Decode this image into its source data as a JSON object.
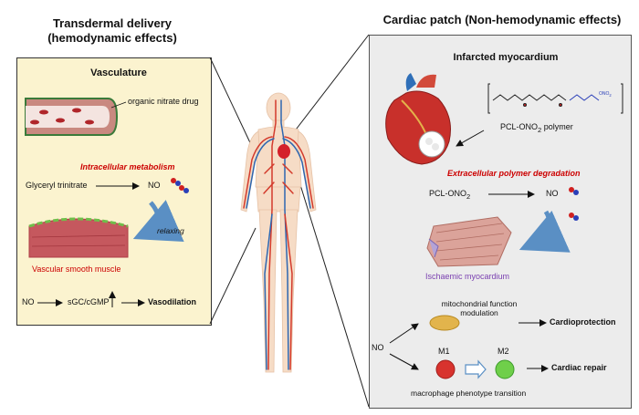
{
  "left": {
    "heading_line1": "Transdermal delivery",
    "heading_line2": "(hemodynamic effects)",
    "panel_title": "Vasculature",
    "drug_label": "organic nitrate drug",
    "metabolism_label": "Intracellular metabolism",
    "reactant": "Glyceryl trinitrate",
    "product": "NO",
    "relax_label": "relaxing",
    "muscle_label": "Vascular smooth muscle",
    "pathway": {
      "start": "NO",
      "middle": "sGC/cGMP",
      "end": "Vasodilation"
    }
  },
  "right": {
    "heading": "Cardiac patch (Non-hemodynamic effects)",
    "panel_title": "Infarcted myocardium",
    "polymer_label": "PCL-ONO",
    "polymer_sub": "2",
    "polymer_suffix": " polymer",
    "formula_label": "ONO",
    "formula_sub": "2",
    "degradation_label": "Extracellular polymer degradation",
    "reactant": "PCL-ONO",
    "reactant_sub": "2",
    "product": "NO",
    "ischaemic_label": "Ischaemic myocardium",
    "branch_start": "NO",
    "mito_label_line1": "mitochondrial function",
    "mito_label_line2": "modulation",
    "cardioprotection": "Cardioprotection",
    "m1_label": "M1",
    "m2_label": "M2",
    "cardiac_repair": "Cardiac repair",
    "macrophage_label": "macrophage phenotype transition"
  },
  "colors": {
    "left_panel_bg": "#fbf3cf",
    "right_panel_bg": "#ececec",
    "emphasis_red": "#cc0000",
    "accent_purple": "#7a3fb0",
    "arrow_blue": "#5a8fc4"
  }
}
